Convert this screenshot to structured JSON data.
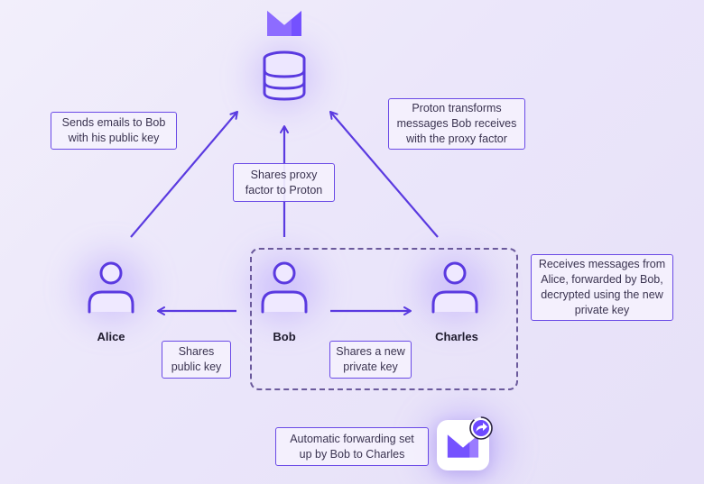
{
  "labels": {
    "sends_emails": "Sends emails to Bob\nwith his public key",
    "proton_transforms": "Proton transforms\nmessages Bob receives\nwith the proxy factor",
    "shares_proxy": "Shares proxy\nfactor to Proton",
    "receives_messages": "Receives messages from\nAlice, forwarded by Bob,\ndecrypted using the new\nprivate key",
    "shares_public_key": "Shares\npublic key",
    "shares_private_key": "Shares a new\nprivate key",
    "auto_forwarding": "Automatic forwarding set\nup by Bob to Charles"
  },
  "people": {
    "alice": "Alice",
    "bob": "Bob",
    "charles": "Charles"
  },
  "icons": {
    "logo": "proton-mail-logo-icon",
    "server": "database-icon",
    "person": "user-icon",
    "forward": "forward-arrow-icon"
  },
  "colors": {
    "accent": "#6d4aff",
    "line": "#5a3ae0",
    "background": "#efebfb"
  }
}
